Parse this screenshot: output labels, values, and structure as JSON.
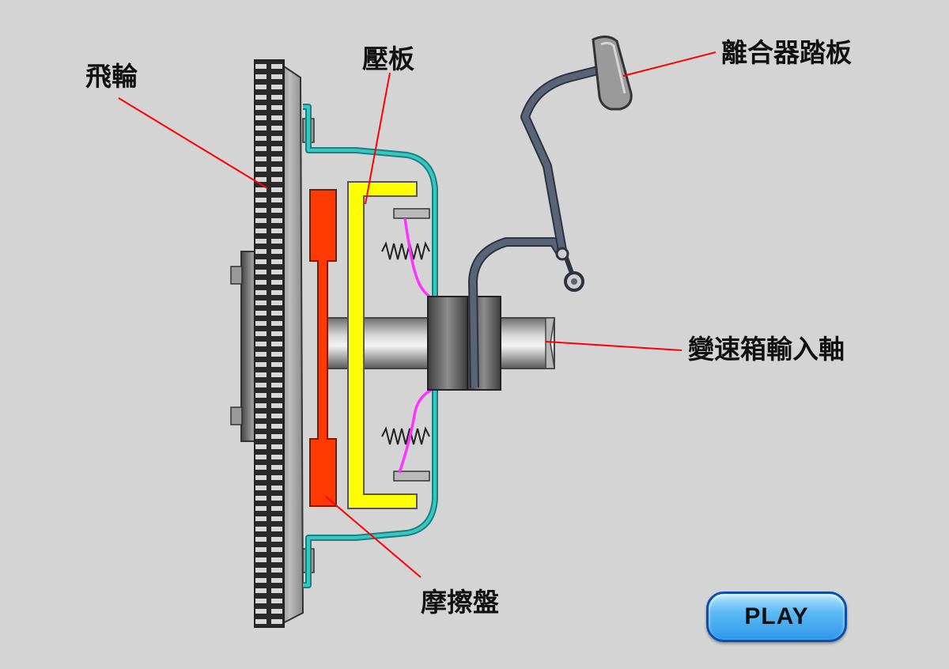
{
  "labels": {
    "flywheel": "飛輪",
    "pressure_plate": "壓板",
    "clutch_pedal": "離合器踏板",
    "input_shaft": "變速箱輸入軸",
    "friction_disc": "摩擦盤"
  },
  "controls": {
    "play_label": "PLAY"
  },
  "colors": {
    "background": "#d4d4d4",
    "flywheel": "#3a3a3a",
    "cover": "#2fa8a8",
    "pressure_plate": "#ffff00",
    "friction_disc": "#ff3a00",
    "springs": "#ff33ff",
    "pedal": "#5a6478",
    "leader_lines": "#ff0000",
    "play_button": "#2f97ea"
  }
}
